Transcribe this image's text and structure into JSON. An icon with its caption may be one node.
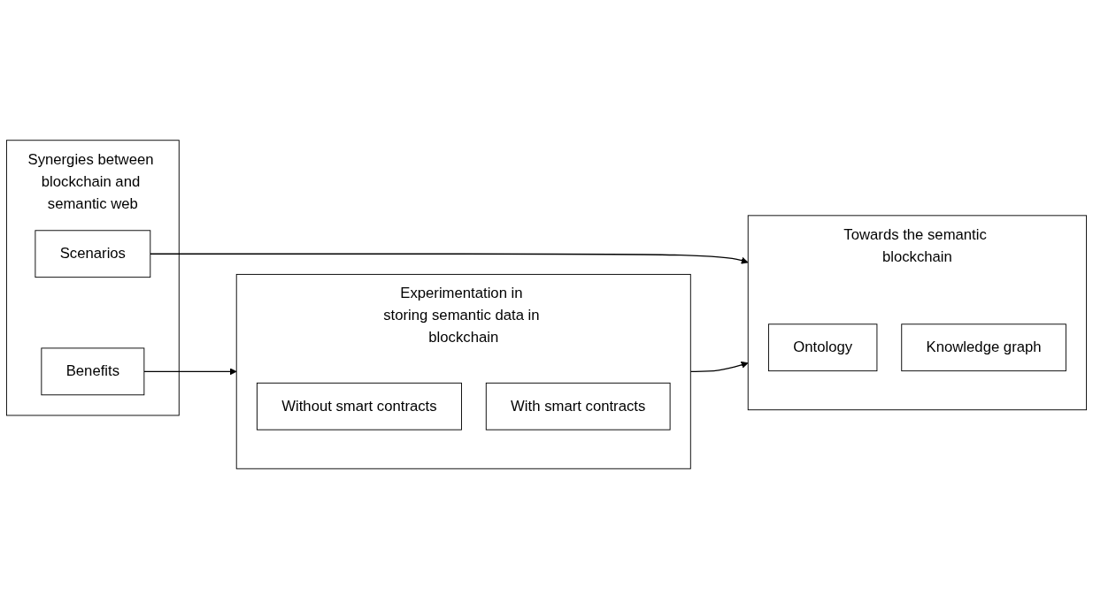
{
  "diagram": {
    "nodes": [
      {
        "text": [
          "Synergies between blockchain and semantic web"
        ]
      },
      {
        "text": [
          "Benefits"
        ],
        "in": 0
      },
      {
        "text": [
          "Scenarios"
        ],
        "in": 0
      },
      {
        "text": [
          "Experimentation in storing semantic data in blockchain"
        ]
      },
      {
        "text": [
          "Without smart contracts"
        ],
        "in": 3
      },
      {
        "text": [
          "With smart contracts"
        ],
        "in": 3
      },
      {
        "text": [
          "Towards the semantic blockchain"
        ]
      },
      {
        "text": [
          "Ontology"
        ],
        "in": 6
      },
      {
        "text": [
          "Knowledge graph"
        ],
        "in": 6
      }
    ],
    "edges": [
      {
        "from": 1,
        "to": 3,
        "arrow": "to"
      },
      {
        "from": 2,
        "to": 6,
        "arrow": "to"
      },
      {
        "from": 3,
        "to": 6,
        "arrow": "to"
      }
    ]
  }
}
